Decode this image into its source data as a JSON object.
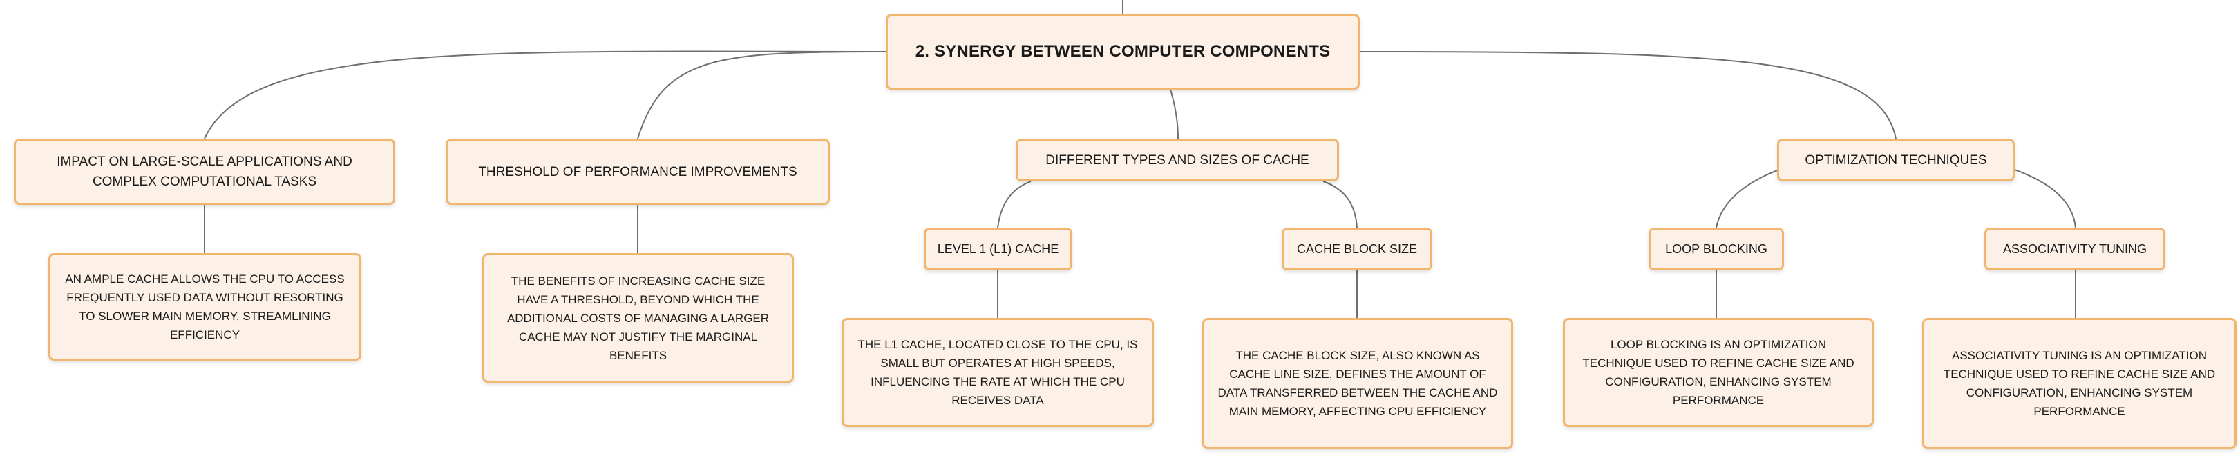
{
  "mind_map": {
    "root": {
      "label": "2. SYNERGY BETWEEN COMPUTER COMPONENTS"
    },
    "topics": {
      "impact": {
        "label": "IMPACT ON LARGE-SCALE APPLICATIONS AND COMPLEX COMPUTATIONAL TASKS",
        "detail": "AN AMPLE CACHE ALLOWS THE CPU TO ACCESS FREQUENTLY USED DATA WITHOUT RESORTING TO SLOWER MAIN MEMORY, STREAMLINING EFFICIENCY"
      },
      "threshold": {
        "label": "THRESHOLD OF PERFORMANCE IMPROVEMENTS",
        "detail": "THE BENEFITS OF INCREASING CACHE SIZE HAVE A THRESHOLD, BEYOND WHICH THE ADDITIONAL COSTS OF MANAGING A LARGER CACHE MAY NOT JUSTIFY THE MARGINAL BENEFITS"
      },
      "types": {
        "label": "DIFFERENT TYPES AND SIZES OF CACHE",
        "l1": {
          "label": "LEVEL 1 (L1) CACHE",
          "detail": "THE L1 CACHE, LOCATED CLOSE TO THE CPU, IS SMALL BUT OPERATES AT HIGH SPEEDS, INFLUENCING THE RATE AT WHICH THE CPU RECEIVES DATA"
        },
        "block_size": {
          "label": "CACHE BLOCK SIZE",
          "detail": "THE CACHE BLOCK SIZE, ALSO KNOWN AS CACHE LINE SIZE, DEFINES THE AMOUNT OF DATA TRANSFERRED BETWEEN THE CACHE AND MAIN MEMORY, AFFECTING CPU EFFICIENCY"
        }
      },
      "optimization": {
        "label": "OPTIMIZATION TECHNIQUES",
        "loop_blocking": {
          "label": "LOOP BLOCKING",
          "detail": "LOOP BLOCKING IS AN OPTIMIZATION TECHNIQUE USED TO REFINE CACHE SIZE AND CONFIGURATION, ENHANCING SYSTEM PERFORMANCE"
        },
        "associativity": {
          "label": "ASSOCIATIVITY TUNING",
          "detail": "ASSOCIATIVITY TUNING IS AN OPTIMIZATION TECHNIQUE USED TO REFINE CACHE SIZE AND CONFIGURATION, ENHANCING SYSTEM PERFORMANCE"
        }
      }
    },
    "colors": {
      "node_fill": "#fdf1e7",
      "node_border": "#f2b56d",
      "connector": "#6f6f6f",
      "text": "#1a1a1a"
    }
  }
}
